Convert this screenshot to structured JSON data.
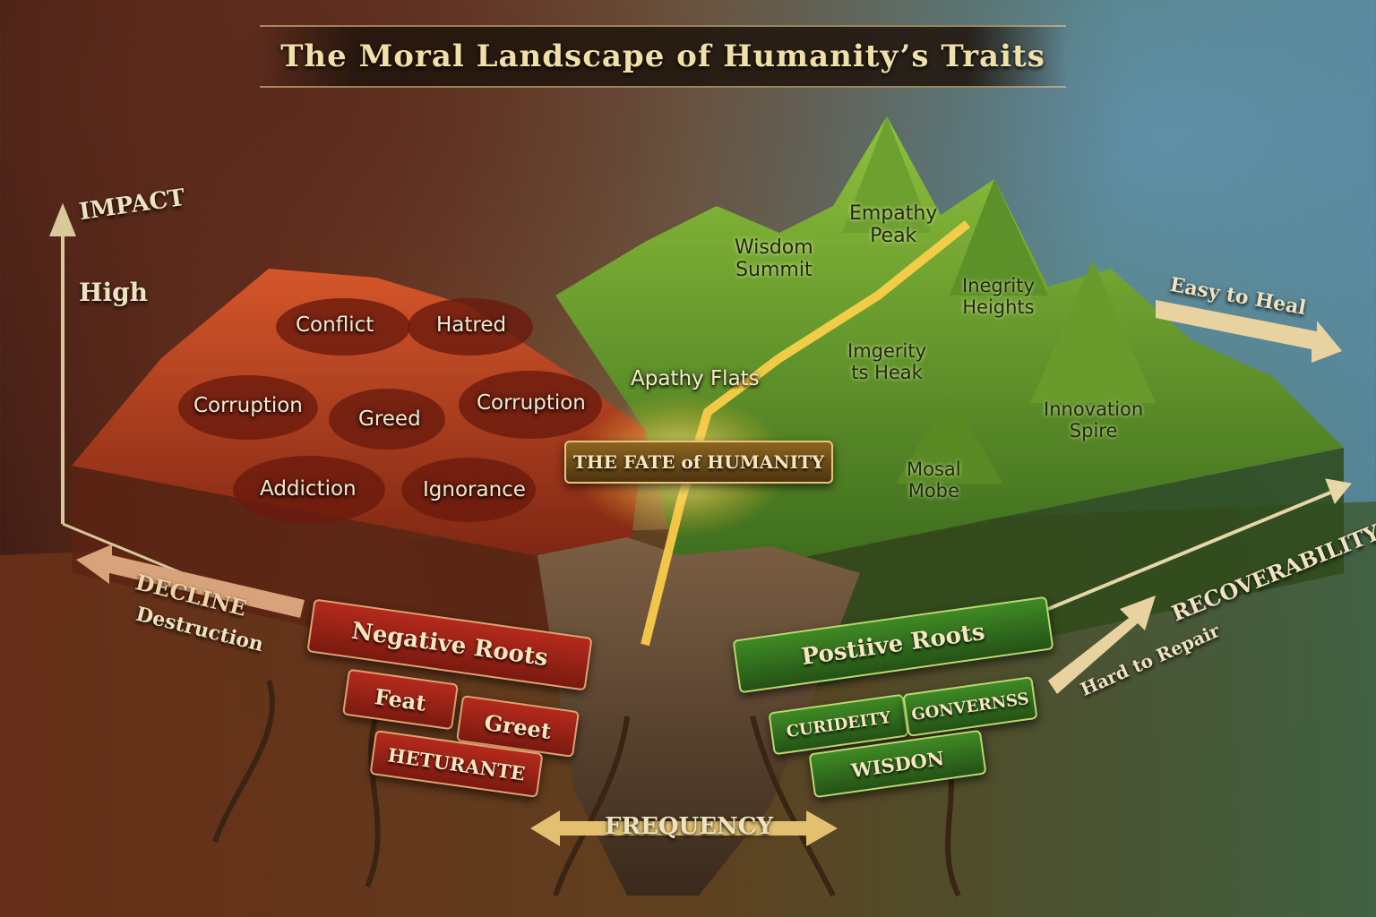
{
  "title": "The Moral Landscape of Humanity’s Traits",
  "axes": {
    "impact": "IMPACT",
    "impact_high": "High",
    "recoverability": "RECOVERABILITY",
    "easy": "Easy to Heal",
    "hard": "Hard to Repair",
    "frequency": "FREQUENCY",
    "decline": "DECLINE",
    "destruction": "Destruction"
  },
  "negative_craters": [
    "Conflict",
    "Hatred",
    "Corruption",
    "Greed",
    "Corruption",
    "Addiction",
    "Ignorance"
  ],
  "positive_peaks": {
    "wisdom": [
      "Wisdom",
      "Summit"
    ],
    "empathy": [
      "Empathy",
      "Peak"
    ],
    "integrity": [
      "Inegrity",
      "Heights"
    ],
    "tingerity": [
      "Imgerity",
      "ts Heak"
    ],
    "innovation": [
      "Innovation",
      "Spire"
    ],
    "mosal": [
      "Mosal",
      "Mobe"
    ]
  },
  "middle": {
    "apathy": "Apathy Flats",
    "fate": "THE FATE of HUMANITY"
  },
  "negative_roots": {
    "title": "Negative Roots",
    "items": [
      "Feat",
      "Greet",
      "HETURANTE"
    ]
  },
  "positive_roots": {
    "title": "Postiive Roots",
    "items": [
      "CURIDEITY",
      "GONVERNSS",
      "WISDON"
    ]
  },
  "colors": {
    "negative": "#b52a1c",
    "positive": "#3f8a24",
    "accent": "#e7c679"
  }
}
